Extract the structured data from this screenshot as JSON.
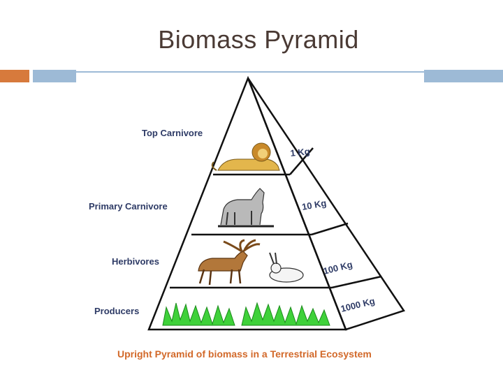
{
  "title": "Biomass Pyramid",
  "caption": "Upright Pyramid of biomass in a Terrestrial Ecosystem",
  "levels": [
    {
      "label": "Top Carnivore",
      "mass": "1 Kg",
      "icon": "lion-icon"
    },
    {
      "label": "Primary Carnivore",
      "mass": "10 Kg",
      "icon": "wolf-icon"
    },
    {
      "label": "Herbivores",
      "mass": "100 Kg",
      "icon": "deer-rabbit-icon"
    },
    {
      "label": "Producers",
      "mass": "1000 Kg",
      "icon": "grass-icon"
    }
  ],
  "colors": {
    "title": "#4a3a34",
    "accent_orange": "#d77a3c",
    "accent_blue": "#9dbad6",
    "label_text": "#2e3b66",
    "caption_text": "#d2692a",
    "grass": "#3fd13a"
  }
}
